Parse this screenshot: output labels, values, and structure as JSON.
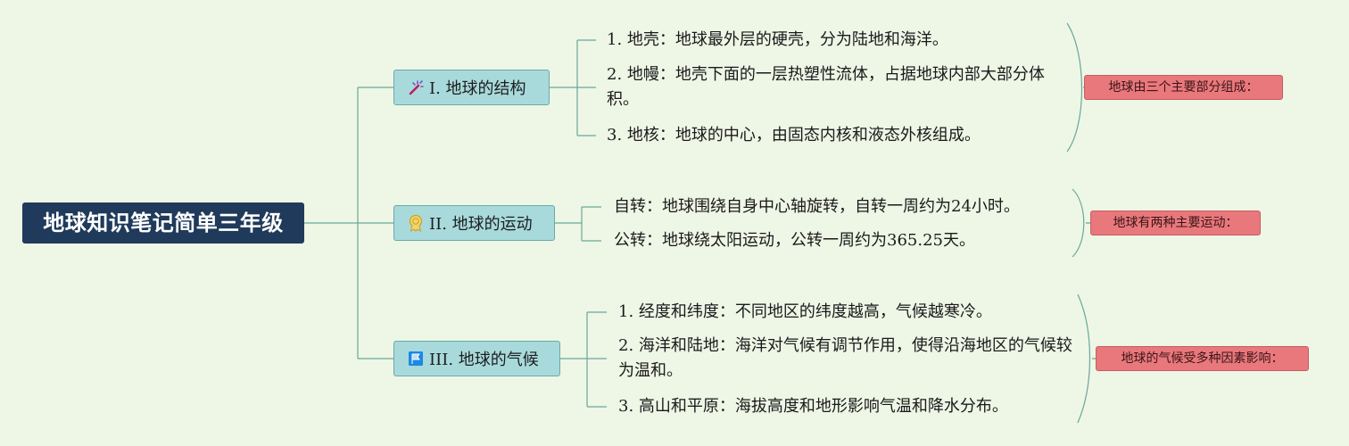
{
  "root": {
    "title": "地球知识笔记简单三年级"
  },
  "branches": [
    {
      "label": "I. 地球的结构",
      "icon": "magic-wand-icon",
      "note": "地球由三个主要部分组成：",
      "items": [
        "1. 地壳：地球最外层的硬壳，分为陆地和海洋。",
        "2. 地幔：地壳下面的一层热塑性流体，占据地球内部大部分体积。",
        "3. 地核：地球的中心，由固态内核和液态外核组成。"
      ]
    },
    {
      "label": "II. 地球的运动",
      "icon": "medal-icon",
      "note": "地球有两种主要运动：",
      "items": [
        "自转：地球围绕自身中心轴旋转，自转一周约为24小时。",
        "公转：地球绕太阳运动，公转一周约为365.25天。"
      ]
    },
    {
      "label": "III. 地球的气候",
      "icon": "flag-icon",
      "note": "地球的气候受多种因素影响：",
      "items": [
        "1. 经度和纬度：不同地区的纬度越高，气候越寒冷。",
        "2. 海洋和陆地：海洋对气候有调节作用，使得沿海地区的气候较为温和。",
        "3. 高山和平原：海拔高度和地形影响气温和降水分布。"
      ]
    }
  ],
  "colors": {
    "background": "#eef6e6",
    "root_fill": "#1f3a5a",
    "topic_fill": "#a8dadc",
    "note_fill": "#e8787c",
    "connector": "#5f9e8f"
  }
}
